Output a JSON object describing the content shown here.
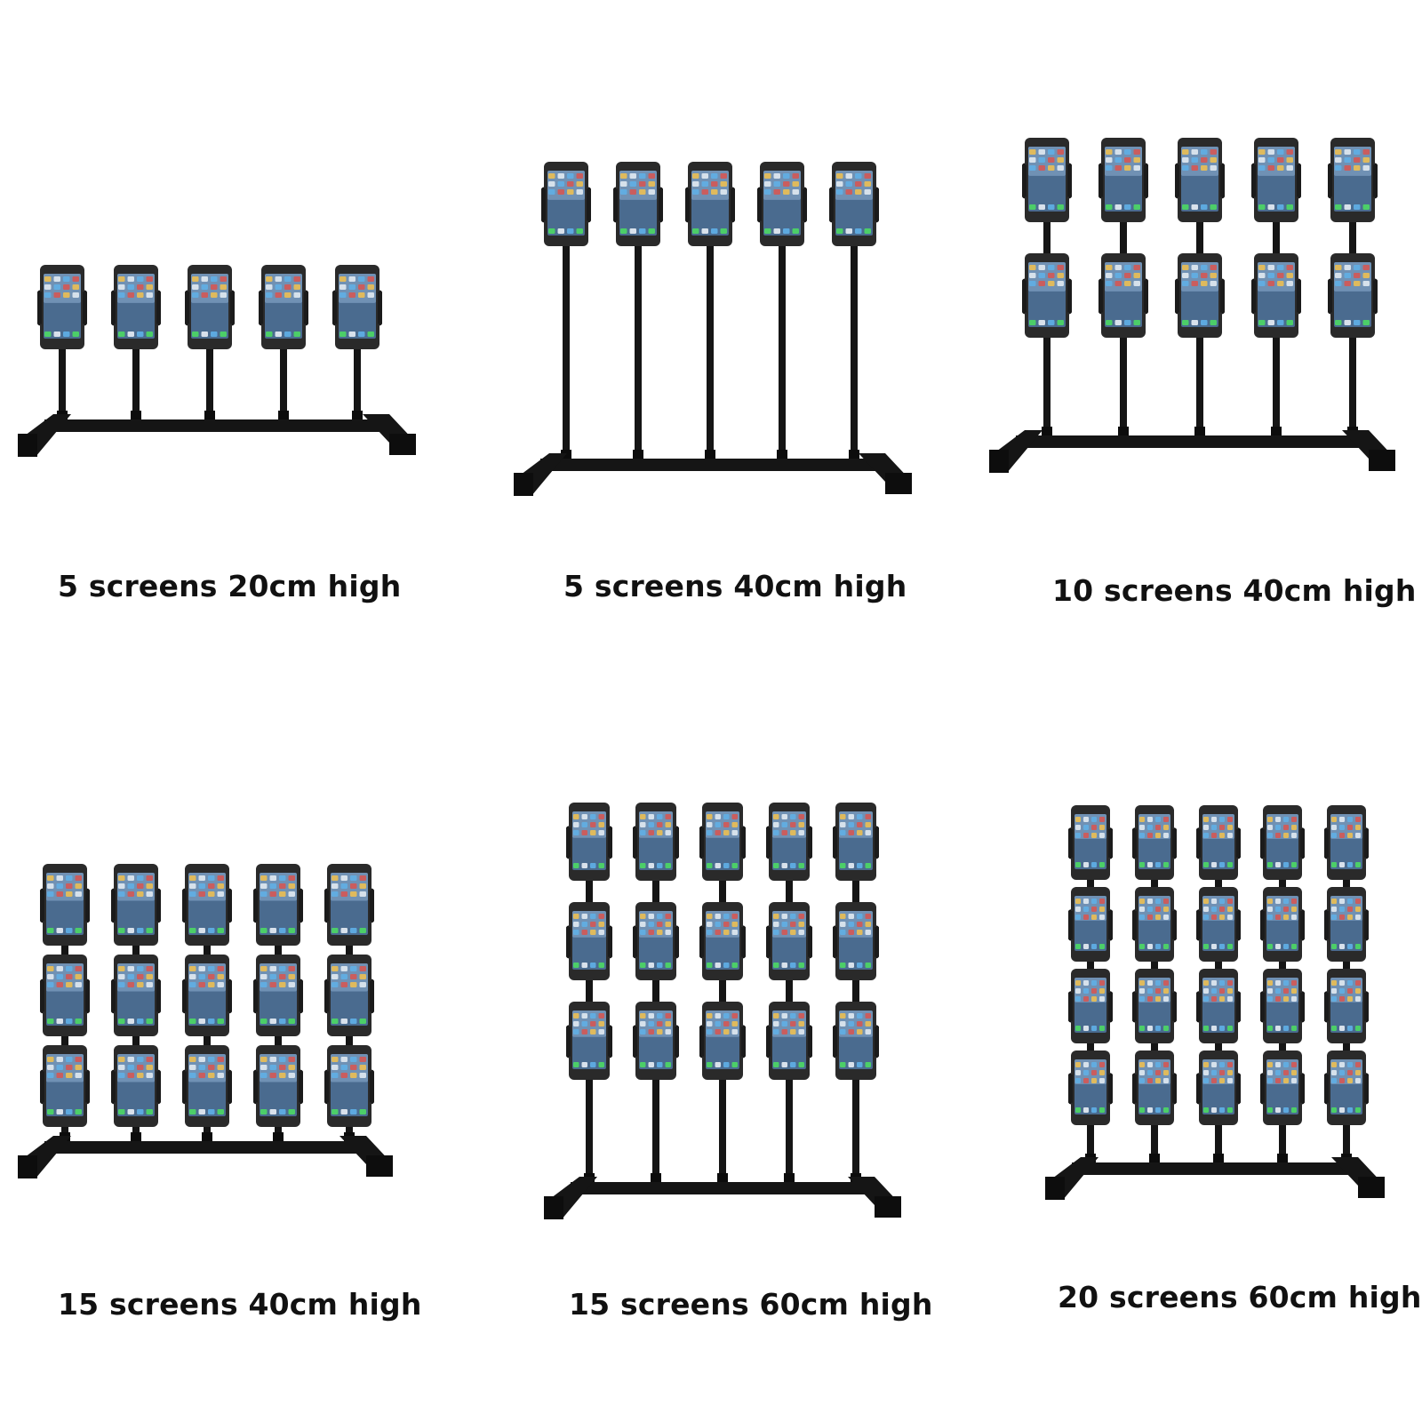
{
  "colors": {
    "background": "#ffffff",
    "frame": "#151515",
    "phone_body": "#2a2a2a",
    "screen": "#4a6b8f"
  },
  "products": [
    {
      "caption": "5 screens 20cm high",
      "columns": 5,
      "rows": 1
    },
    {
      "caption": "5 screens 40cm high",
      "columns": 5,
      "rows": 1
    },
    {
      "caption": "10 screens 40cm high",
      "columns": 5,
      "rows": 2
    },
    {
      "caption": "15 screens 40cm high",
      "columns": 5,
      "rows": 3
    },
    {
      "caption": "15 screens 60cm high",
      "columns": 5,
      "rows": 3
    },
    {
      "caption": "20 screens 60cm high",
      "columns": 5,
      "rows": 4
    }
  ]
}
